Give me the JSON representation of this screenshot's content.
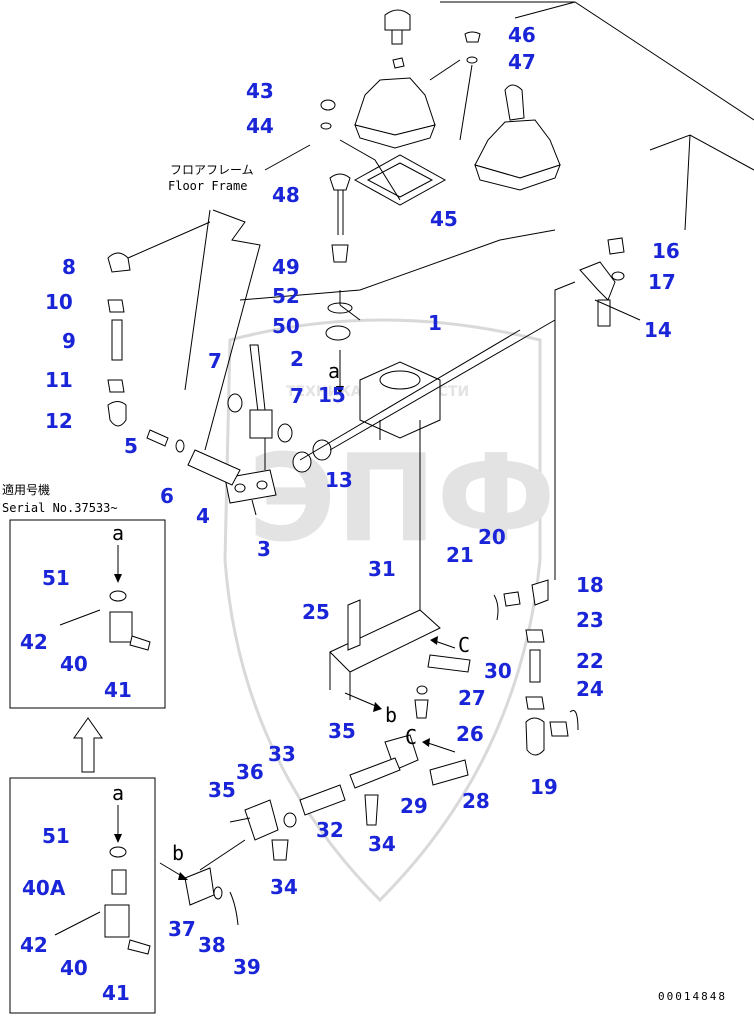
{
  "notes": {
    "floor_frame_jp": "フロアフレーム",
    "floor_frame_en": "Floor Frame",
    "serial_jp": "適用号機",
    "serial_en": "Serial No.37533~",
    "figure_number": "00014848"
  },
  "watermark": {
    "small_text": "ТЕХНИКА И ЗАПЧАСТИ",
    "big_text": "ЭПФ"
  },
  "view_letters": {
    "a": "a",
    "b": "b",
    "c": "C"
  },
  "callouts": {
    "n1": "1",
    "n2": "2",
    "n3": "3",
    "n4": "4",
    "n5": "5",
    "n6": "6",
    "n7a": "7",
    "n7b": "7",
    "n8": "8",
    "n9": "9",
    "n10": "10",
    "n11": "11",
    "n12": "12",
    "n13": "13",
    "n14": "14",
    "n15": "15",
    "n16": "16",
    "n17": "17",
    "n18": "18",
    "n19": "19",
    "n20": "20",
    "n21": "21",
    "n22": "22",
    "n23": "23",
    "n24": "24",
    "n25": "25",
    "n26": "26",
    "n27": "27",
    "n28": "28",
    "n29": "29",
    "n30": "30",
    "n31": "31",
    "n32": "32",
    "n33": "33",
    "n34a": "34",
    "n34b": "34",
    "n35a": "35",
    "n35b": "35",
    "n36": "36",
    "n37": "37",
    "n38": "38",
    "n39": "39",
    "n40a": "40",
    "n40b": "40",
    "n40A": "40A",
    "n41a": "41",
    "n41b": "41",
    "n42a": "42",
    "n42b": "42",
    "n43": "43",
    "n44": "44",
    "n45": "45",
    "n46": "46",
    "n47": "47",
    "n48": "48",
    "n49": "49",
    "n50": "50",
    "n51a": "51",
    "n51b": "51",
    "n52": "52"
  },
  "colors": {
    "callout": "#1a25d8",
    "line": "#000000",
    "watermark": "#e0e0e0"
  }
}
